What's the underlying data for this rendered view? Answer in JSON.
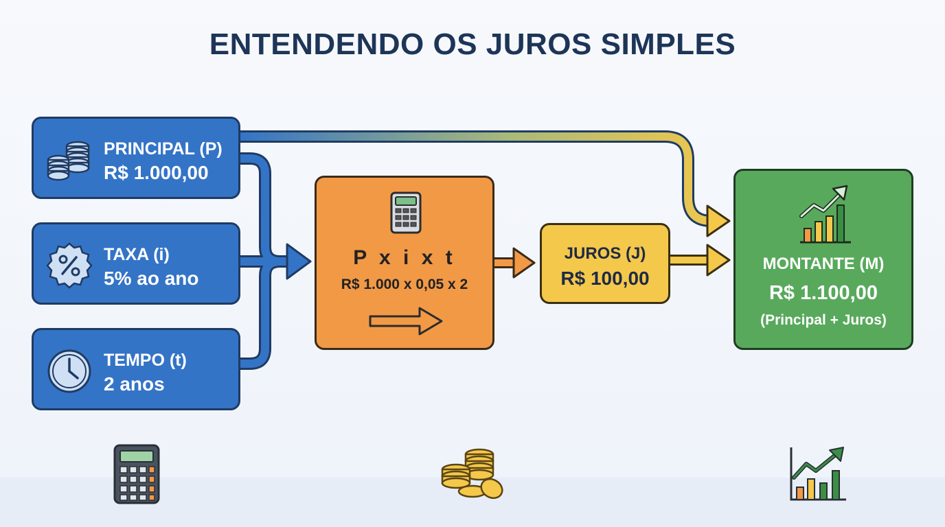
{
  "title": "ENTENDENDO OS JUROS SIMPLES",
  "inputs": [
    {
      "label": "PRINCIPAL (P)",
      "value": "R$ 1.000,00",
      "icon": "coins-stack-icon"
    },
    {
      "label": "TAXA (i)",
      "value": "5% ao ano",
      "icon": "percent-badge-icon"
    },
    {
      "label": "TEMPO (t)",
      "value": "2 anos",
      "icon": "clock-icon"
    }
  ],
  "calculation": {
    "formula": "P x i x t",
    "numeric": "R$ 1.000 x 0,05 x 2",
    "icon": "calculator-icon"
  },
  "juros": {
    "label": "JUROS (J)",
    "value": "R$ 100,00"
  },
  "montante": {
    "label": "MONTANTE (M)",
    "value": "R$ 1.100,00",
    "note": "(Principal + Juros)",
    "icon": "growth-chart-icon"
  },
  "footer_icons": [
    "calculator-icon",
    "coins-icon",
    "growth-chart-icon"
  ],
  "colors": {
    "title": "#1d3557",
    "input_blue": "#3474c6",
    "calc_orange": "#f29946",
    "juros_yellow": "#f4c84b",
    "montante_green": "#58a95c"
  }
}
